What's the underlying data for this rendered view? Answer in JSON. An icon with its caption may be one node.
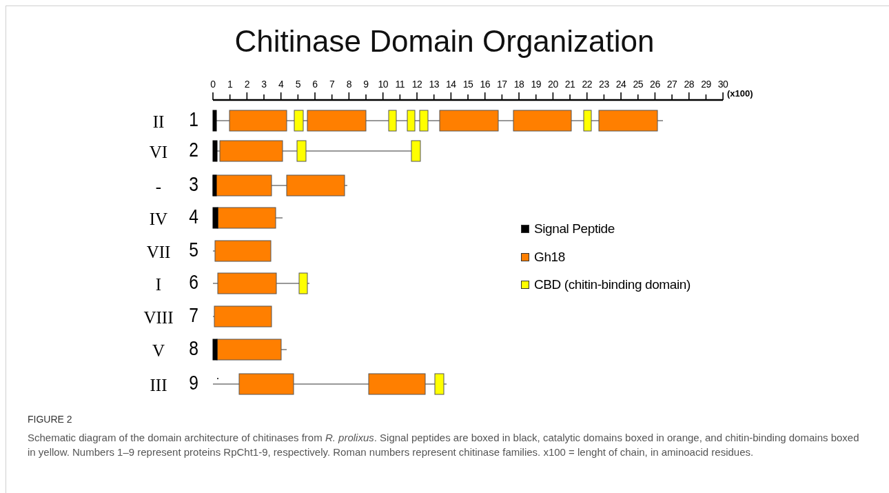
{
  "diagram": {
    "title": "Chitinase Domain Organization",
    "caption": "Schematic diagram of the domain architecture of chitinases from *R. prolixus*. Signal peptides are boxed in black, catalytic domains boxed in orange, and chitin-binding domains boxed in yellow. Numbers 1–9 represent proteins RpCht1-9, respectively. Roman numbers represent chitinase families. x100 = lenght of chain, in aminoacid residues.",
    "labels": [
      "0",
      "1",
      "2",
      "3",
      "4",
      "5",
      "6",
      "7",
      "8",
      "9",
      "10",
      "11",
      "12",
      "13",
      "14",
      "15",
      "16",
      "17",
      "18",
      "19",
      "20",
      "21",
      "22",
      "23",
      "24",
      "25",
      "26",
      "27",
      "28",
      "29",
      "30",
      "(x100)",
      "II",
      "1",
      "VI",
      "2",
      "-",
      "3",
      "IV",
      "4",
      "VII",
      "5",
      "I",
      "6",
      "VIII",
      "7",
      "V",
      "8",
      "III",
      "9",
      "FIGURE 2"
    ],
    "legend": [
      {
        "text": "Signal Peptide",
        "color": "#000000"
      },
      {
        "text": "Gh18",
        "color": "#ff7f00"
      },
      {
        "text": "CBD (chitin-binding domain)",
        "color": "#ffff00"
      }
    ]
  }
}
